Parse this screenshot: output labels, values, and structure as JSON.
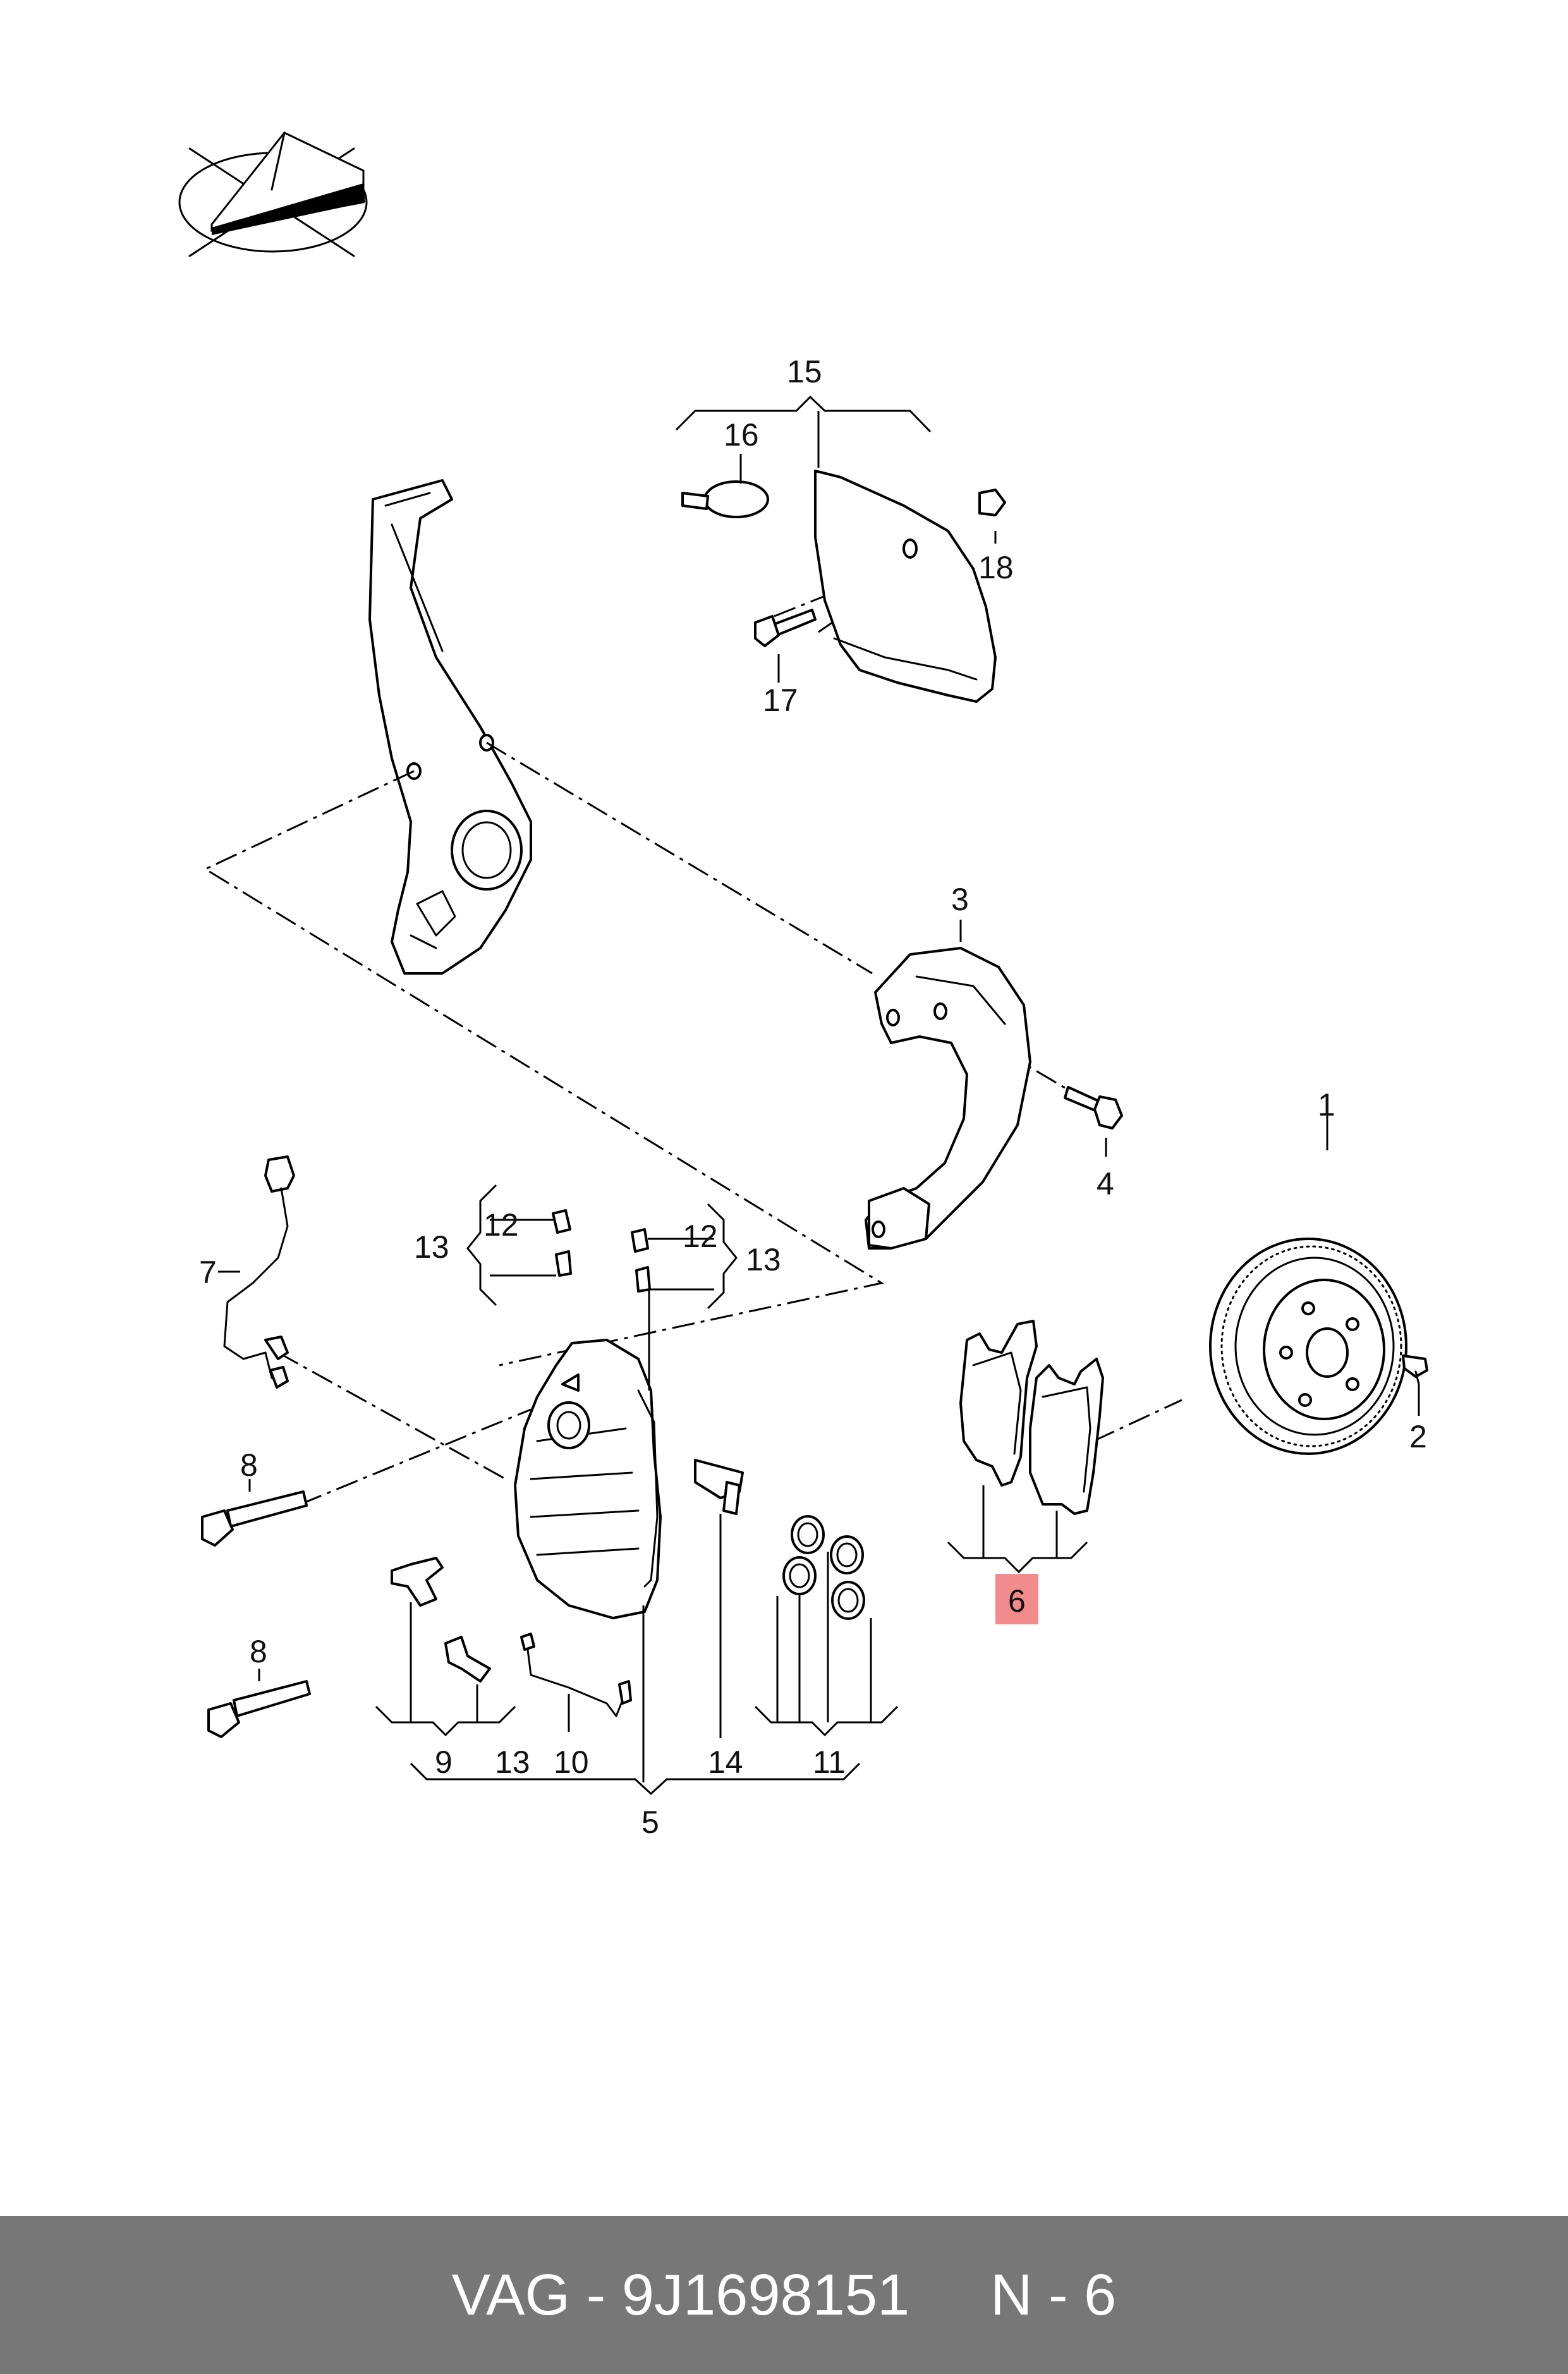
{
  "labels": {
    "l1": "1",
    "l2": "2",
    "l3": "3",
    "l4": "4",
    "l5": "5",
    "l6": "6",
    "l7": "7",
    "l8a": "8",
    "l8b": "8",
    "l9": "9",
    "l10": "10",
    "l11": "11",
    "l12a": "12",
    "l12b": "12",
    "l13a": "13",
    "l13b": "13",
    "l13c": "13",
    "l14": "14",
    "l15": "15",
    "l16": "16",
    "l17": "17",
    "l18": "18"
  },
  "highlight": {
    "label": "6",
    "color": "#f28b8b"
  },
  "footer": {
    "text": "VAG - 9J1698151     N - 6"
  },
  "logo": {
    "icon": "paper-plane-logo-icon"
  }
}
